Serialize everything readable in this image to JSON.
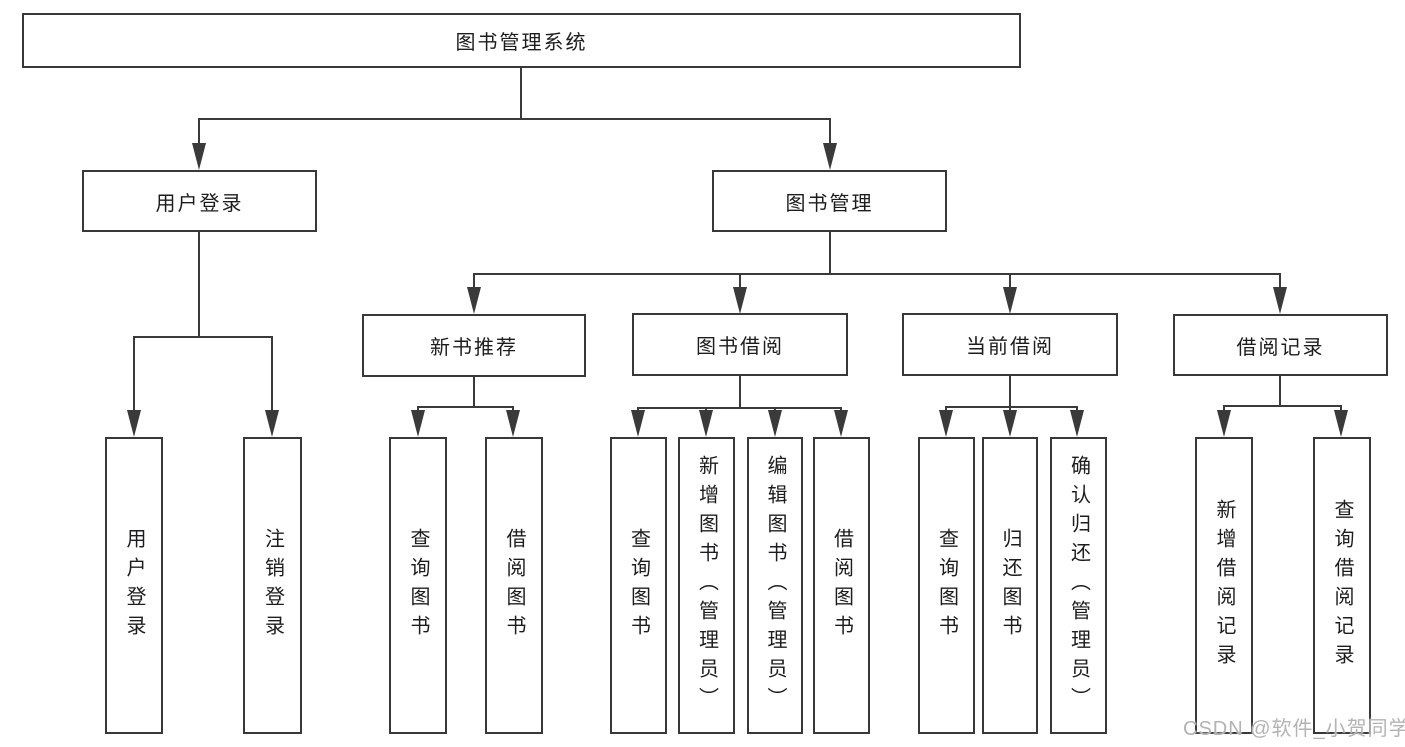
{
  "diagram": {
    "root": {
      "label": "图书管理系统"
    },
    "level2": [
      {
        "label": "用户登录",
        "children": [
          "用户登录",
          "注销登录"
        ]
      },
      {
        "label": "图书管理",
        "modules": [
          {
            "label": "新书推荐",
            "children": [
              "查询图书",
              "借阅图书"
            ]
          },
          {
            "label": "图书借阅",
            "children": [
              "查询图书",
              "新增图书（管理员）",
              "编辑图书（管理员）",
              "借阅图书"
            ]
          },
          {
            "label": "当前借阅",
            "children": [
              "查询图书",
              "归还图书",
              "确认归还（管理员）"
            ]
          },
          {
            "label": "借阅记录",
            "children": [
              "新增借阅记录",
              "查询借阅记录"
            ]
          }
        ]
      }
    ]
  },
  "watermark": {
    "text": "CSDN @软件_小贺同学"
  },
  "colors": {
    "line": "#3a3a3a",
    "text": "#1d1d1f",
    "box_background": "#ffffff",
    "watermark": "#b3b3b3"
  }
}
